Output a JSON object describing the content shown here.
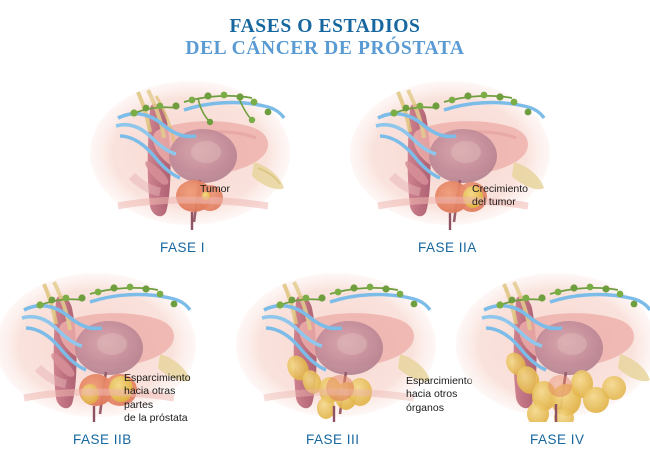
{
  "title": {
    "line1": "FASES O ESTADIOS",
    "line2": "DEL CÁNCER DE PRÓSTATA",
    "color_line1": "#16679f",
    "color_line2": "#5a9bd4"
  },
  "colors": {
    "label_blue": "#16679f",
    "callout_text": "#1a1a1a",
    "background": "#ffffff",
    "bladder": "#c08a96",
    "prostate": "#e4805f",
    "rectum": "#bf6b7c",
    "tumor": "#e8b34a",
    "lymph_green": "#6f9e3f",
    "vessel_blue": "#79b8e3",
    "duct_yellow": "#e3cf8a",
    "tissue_pink": "#f2c3bd"
  },
  "panels": [
    {
      "id": "fase-i",
      "label": "FASE I",
      "callout": "Tumor",
      "description": "Pelvis lateral cross-section: bladder, prostate with a single tiny tumor focus",
      "tumor_stage": 1
    },
    {
      "id": "fase-iia",
      "label": "FASE IIA",
      "callout": "Crecimiento\ndel tumor",
      "description": "Tumor enlarged within the prostate",
      "tumor_stage": 2
    },
    {
      "id": "fase-iib",
      "label": "FASE IIB",
      "callout": "Esparcimiento\nhacia otras partes\nde la próstata",
      "description": "Tumor spreading to other parts of the prostate",
      "tumor_stage": 3
    },
    {
      "id": "fase-iii",
      "label": "FASE III",
      "callout": "Esparcimiento\nhacia otros órganos",
      "description": "Tumor extending beyond prostate capsule into seminal vesicles",
      "tumor_stage": 4
    },
    {
      "id": "fase-iv",
      "label": "FASE IV",
      "callout": "",
      "description": "Extensive tumor spread to surrounding organs",
      "tumor_stage": 5
    }
  ]
}
